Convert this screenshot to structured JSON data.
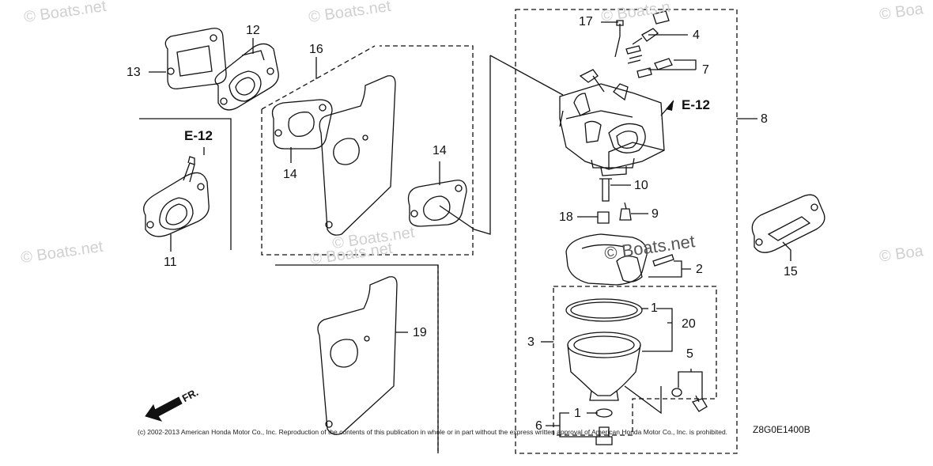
{
  "watermarks": [
    "© Boats.net",
    "© Boats.net",
    "© Boats.n",
    "© Boats.net",
    "© Boats.net",
    "© Boats.net",
    "© Boa",
    "© Boa"
  ],
  "center_watermark": "© Boats.net",
  "ref_labels": [
    "E-12",
    "E-12"
  ],
  "parts": [
    "17",
    "4",
    "7",
    "8",
    "12",
    "13",
    "16",
    "14",
    "14",
    "11",
    "10",
    "9",
    "18",
    "2",
    "15",
    "1",
    "20",
    "3",
    "5",
    "19",
    "1",
    "6"
  ],
  "direction_label": "FR.",
  "copyright": "(c) 2002-2013 American Honda Motor Co., Inc. Reproduction of the contents of this publication in whole or in part without the express written approval of American Honda Motor Co., Inc. is prohibited.",
  "diagram_code": "Z8G0E1400B"
}
